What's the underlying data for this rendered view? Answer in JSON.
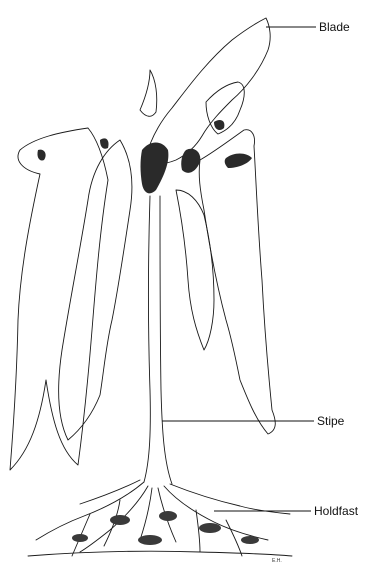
{
  "labels": {
    "blade": "Blade",
    "stipe": "Stipe",
    "holdfast": "Holdfast"
  },
  "artist_initials": "E.H.",
  "colors": {
    "ink": "#111111",
    "background": "#ffffff",
    "dark_fill": "#2a2a2a"
  }
}
